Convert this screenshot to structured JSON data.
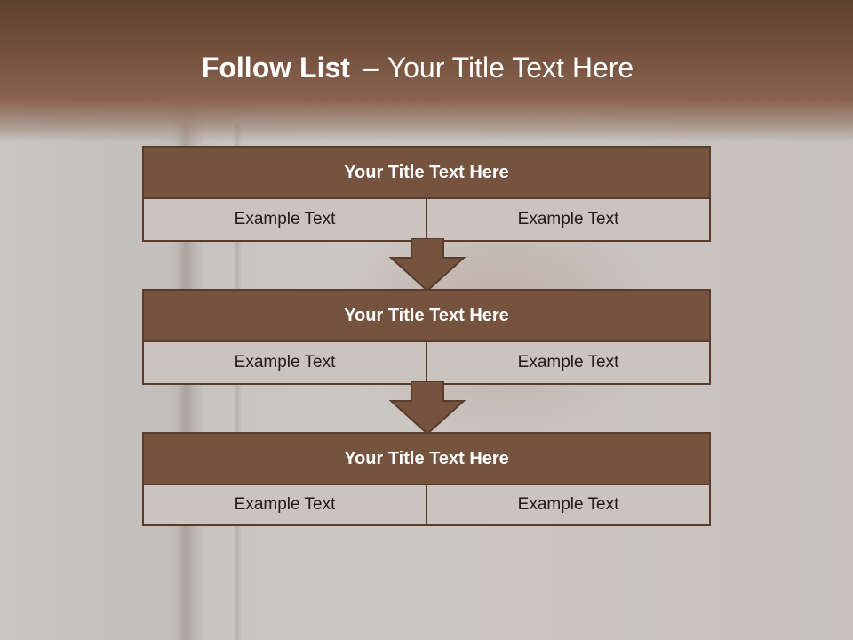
{
  "slide": {
    "title_bold": "Follow List",
    "title_separator": "–",
    "title_rest": "Your Title Text Here"
  },
  "steps": [
    {
      "title": "Your Title Text Here",
      "left": "Example Text",
      "right": "Example Text"
    },
    {
      "title": "Your Title Text Here",
      "left": "Example Text",
      "right": "Example Text"
    },
    {
      "title": "Your Title Text Here",
      "left": "Example Text",
      "right": "Example Text"
    }
  ],
  "colors": {
    "header_brown": "#76533f",
    "border_brown": "#5a3c2c",
    "cell_fill": "#cbc3be",
    "top_band": "#73503d"
  },
  "icons": [
    "down-arrow-icon",
    "down-arrow-icon"
  ]
}
